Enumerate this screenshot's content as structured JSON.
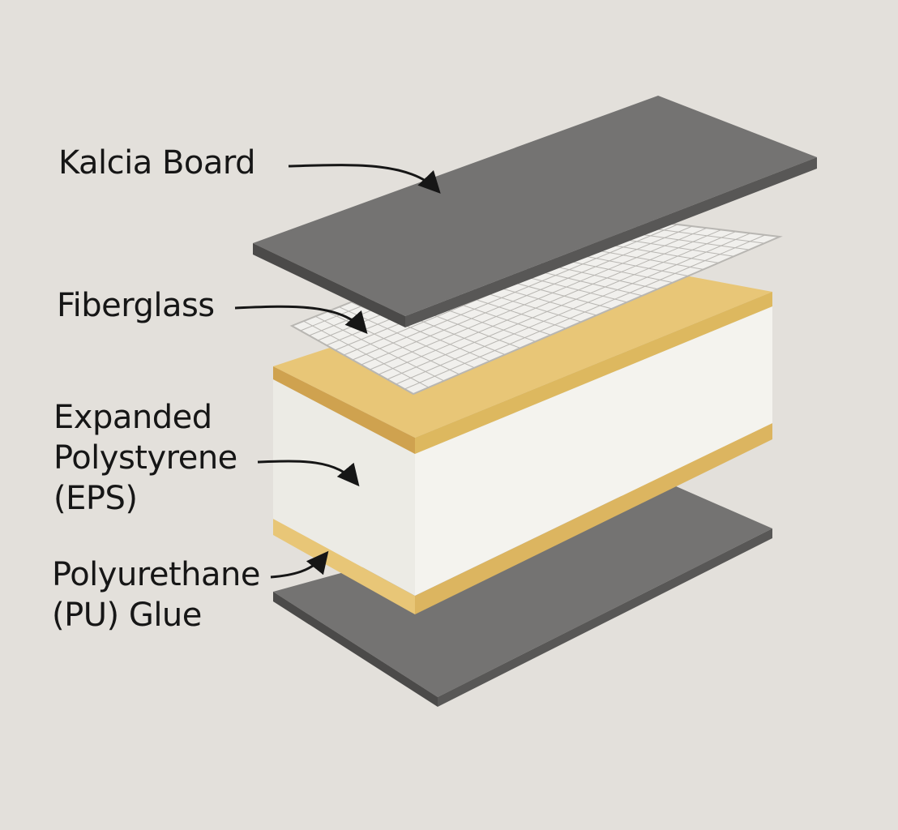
{
  "colors": {
    "background": "#e3e0db",
    "board_top": "#747372",
    "board_edge": "#4b4a49",
    "fiberglass": "#f1f0ed",
    "fiberglass_grid": "#b8b6b2",
    "eps_face": "#ecebe5",
    "eps_side": "#f4f3ee",
    "glue": "#e8c677",
    "glue_dark": "#cfa24f",
    "label_text": "#161616",
    "arrow": "#161616"
  },
  "labels": {
    "kalcia_board": "Kalcia Board",
    "fiberglass": "Fiberglass",
    "eps_line1": "Expanded",
    "eps_line2": "Polystyrene",
    "eps_line3": "(EPS)",
    "pu_line1": "Polyurethane",
    "pu_line2": "(PU) Glue"
  }
}
